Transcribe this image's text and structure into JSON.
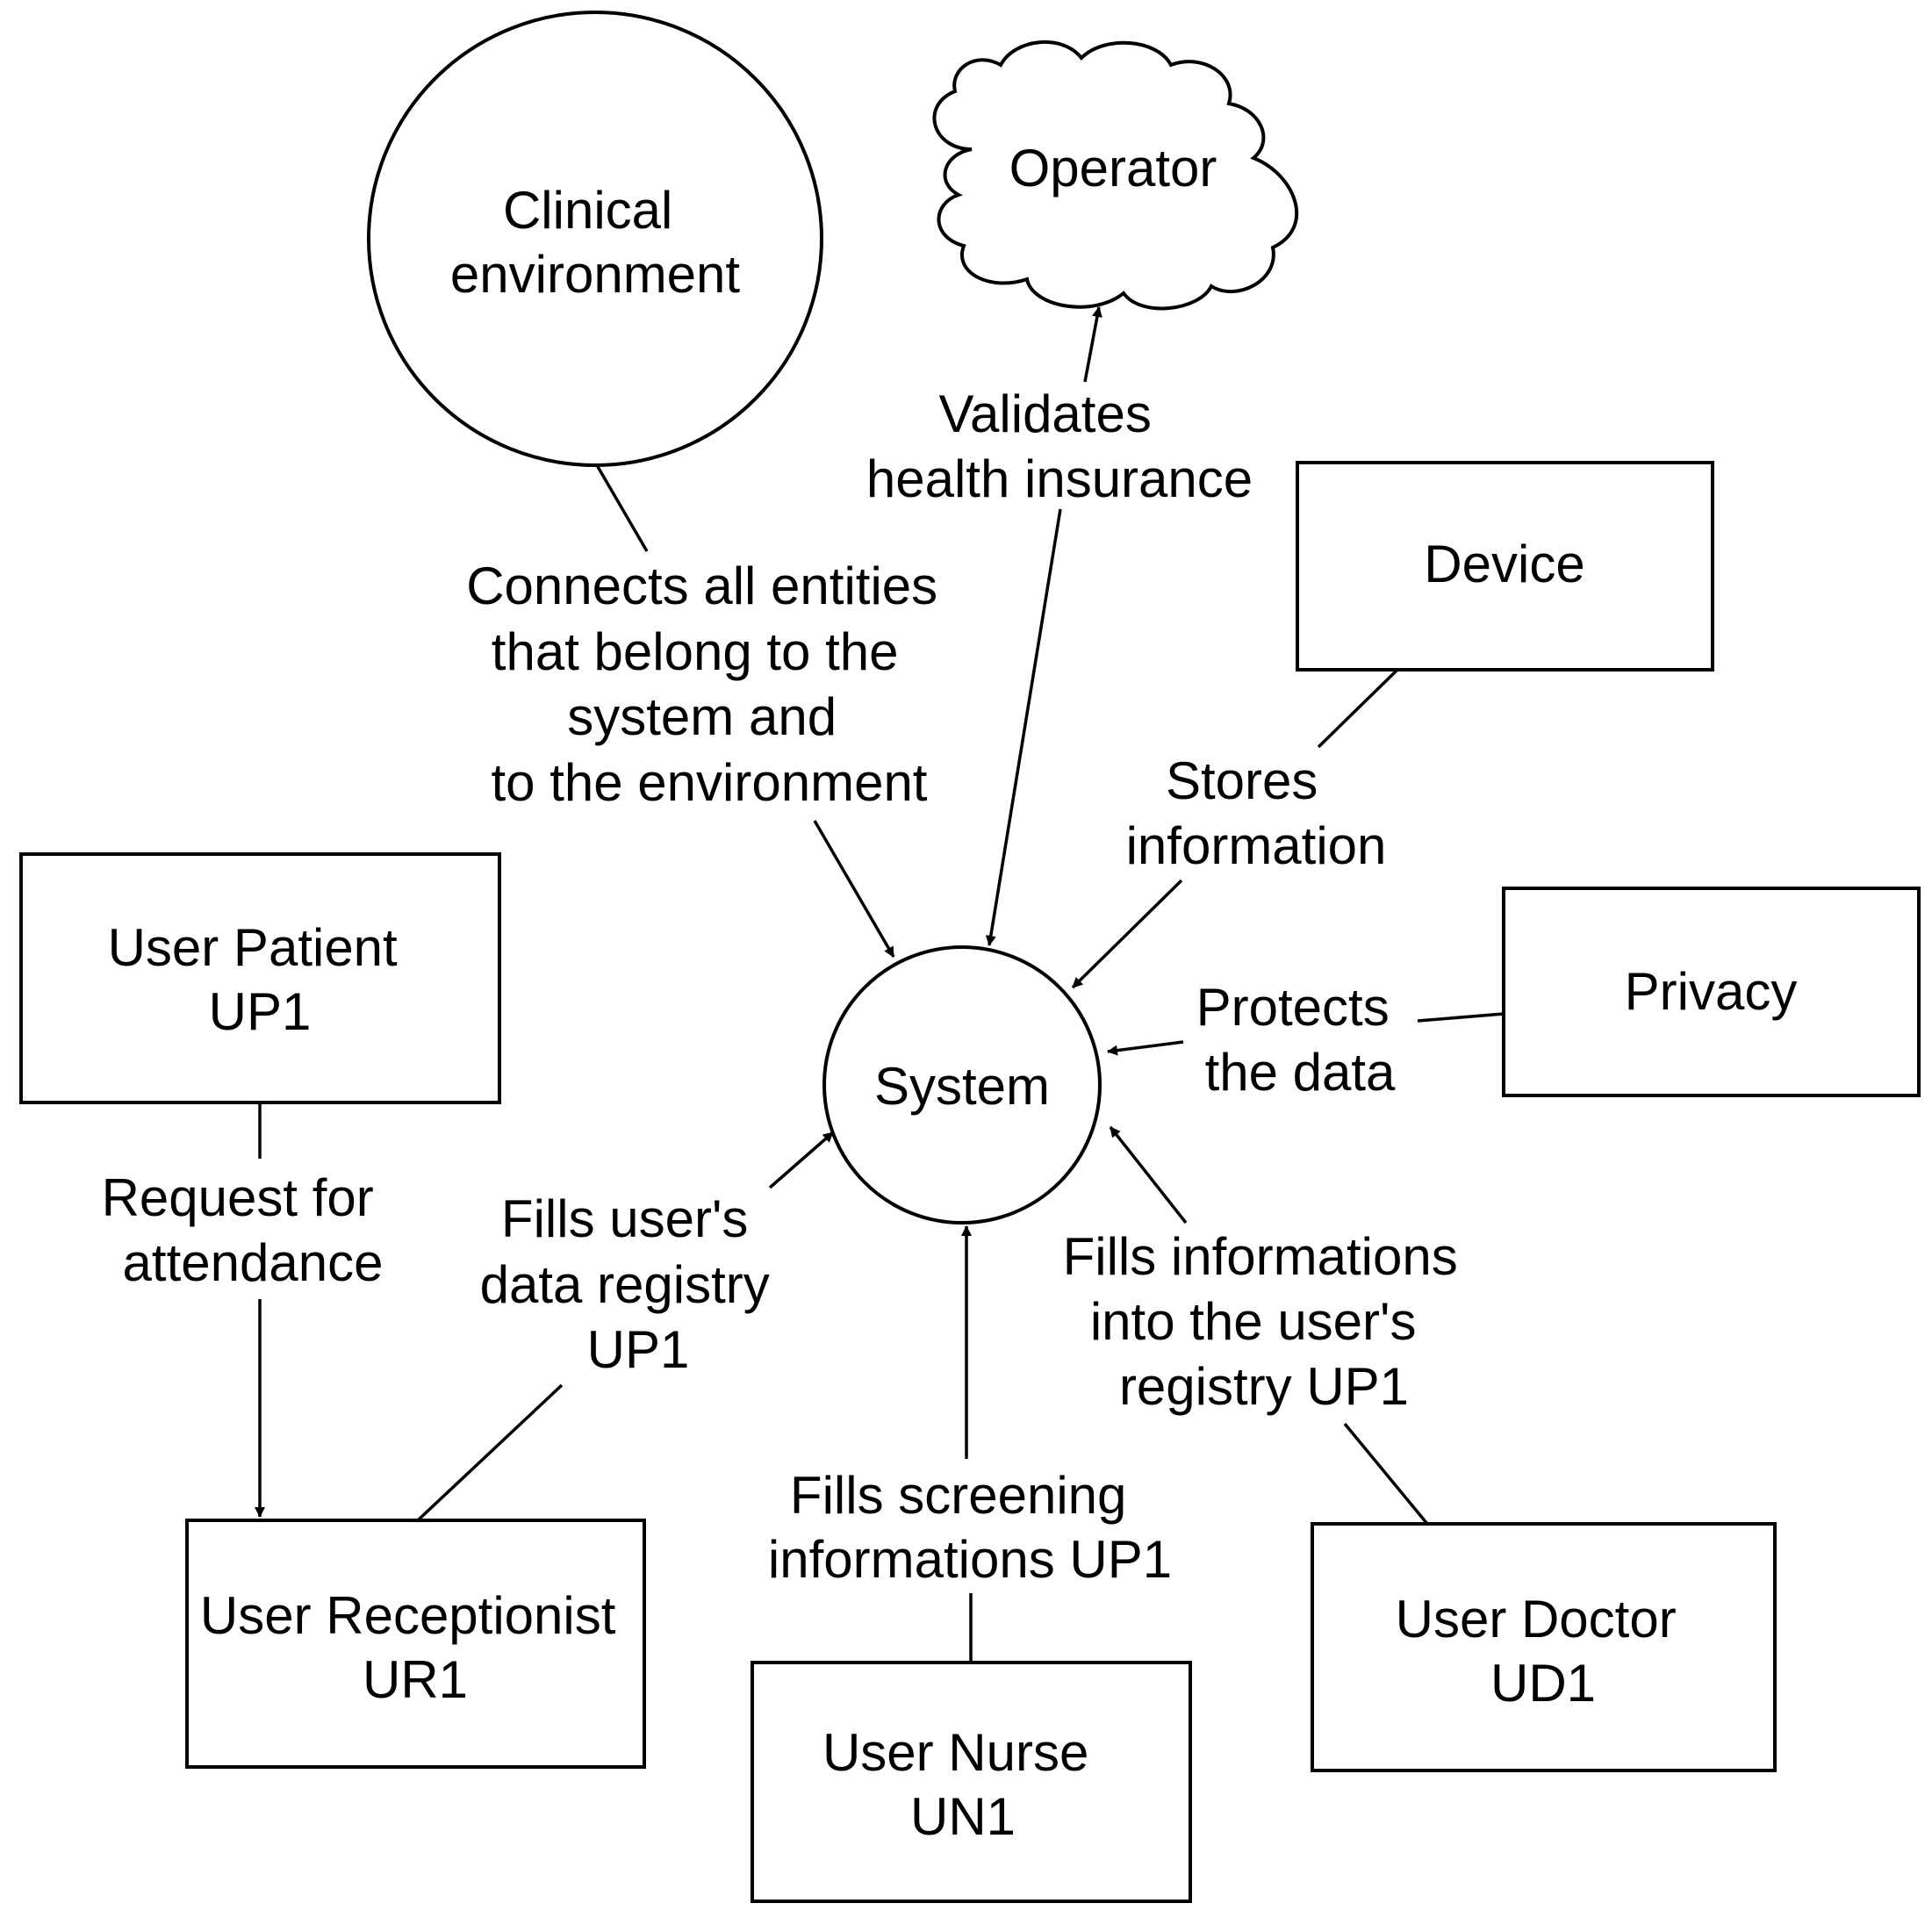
{
  "diagram": {
    "entities": {
      "clinical": {
        "lines": [
          "Clinical",
          "environment"
        ]
      },
      "operator": {
        "lines": [
          "Operator"
        ]
      },
      "device": {
        "lines": [
          "Device"
        ]
      },
      "privacy": {
        "lines": [
          "Privacy"
        ]
      },
      "system": {
        "lines": [
          "System"
        ]
      },
      "patient": {
        "lines": [
          "User Patient",
          "UP1"
        ]
      },
      "receptionist": {
        "lines": [
          "User Receptionist",
          "UR1"
        ]
      },
      "nurse": {
        "lines": [
          "User Nurse",
          "UN1"
        ]
      },
      "doctor": {
        "lines": [
          "User Doctor",
          "UD1"
        ]
      }
    },
    "relations": {
      "connects": {
        "lines": [
          "Connects all entities",
          "that belong to the",
          "system and",
          "to the environment"
        ]
      },
      "validates": {
        "lines": [
          "Validates",
          "health insurance"
        ]
      },
      "stores": {
        "lines": [
          "Stores",
          "information"
        ]
      },
      "protects": {
        "lines": [
          "Protects",
          "the data"
        ]
      },
      "request": {
        "lines": [
          "Request for",
          "attendance"
        ]
      },
      "fills_registry": {
        "lines": [
          "Fills user's",
          "data registry",
          "UP1"
        ]
      },
      "fills_screening": {
        "lines": [
          "Fills screening",
          "informations UP1"
        ]
      },
      "fills_informations": {
        "lines": [
          "Fills informations",
          "into the user's",
          "registry UP1"
        ]
      }
    }
  }
}
